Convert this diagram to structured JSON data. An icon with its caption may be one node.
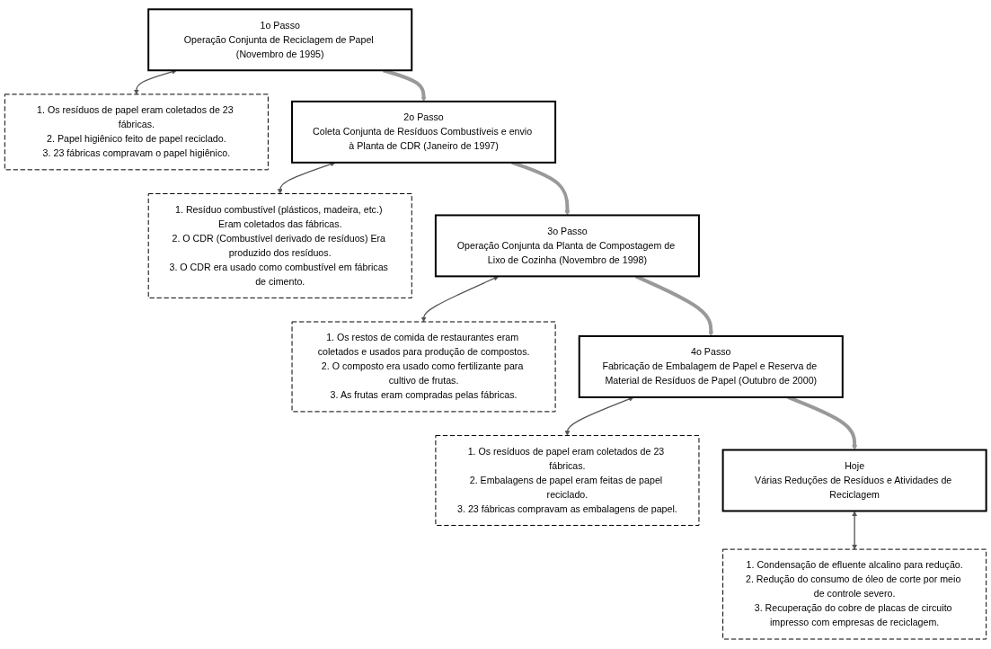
{
  "diagram": {
    "nodes": [
      {
        "text": [
          "1o Passo",
          "Operação Conjunta de Reciclagem de Papel (Novembro de 1995)"
        ]
      },
      {
        "text": [
          "1. Os resíduos de papel eram coletados de 23 fábricas.",
          "2. Papel higiênico feito de papel reciclado.",
          "3. 23 fábricas compravam o papel higiênico."
        ]
      },
      {
        "text": [
          "2o Passo",
          "Coleta Conjunta de Resíduos Combustíveis e envio à Planta de CDR (Janeiro de 1997)"
        ]
      },
      {
        "text": [
          "1. Resíduo combustível (plásticos, madeira, etc.) Eram coletados das fábricas.",
          "2. O CDR (Combustível derivado de resíduos) Era produzido dos resíduos.",
          "3. O CDR era usado como combustível em fábricas de cimento."
        ]
      },
      {
        "text": [
          "3o Passo",
          "Operação Conjunta da Planta de Compostagem de Lixo de Cozinha (Novembro de 1998)"
        ]
      },
      {
        "text": [
          "1. Os restos de comida de restaurantes eram coletados e usados para produção de compostos.",
          "2. O composto era usado como fertilizante para cultivo de frutas.",
          "3. As frutas eram compradas pelas fábricas."
        ]
      },
      {
        "text": [
          "4o Passo",
          "Fabricação de Embalagem de Papel e Reserva de Material de Resíduos de Papel (Outubro de 2000)"
        ]
      },
      {
        "text": [
          "1. Os resíduos de papel eram coletados de 23 fábricas.",
          "2. Embalagens de papel eram feitas de papel reciclado.",
          "3. 23 fábricas compravam as embalagens de papel."
        ]
      },
      {
        "text": [
          "Hoje",
          "Várias Reduções de Resíduos e Atividades de Reciclagem"
        ]
      },
      {
        "text": [
          "1. Condensação de efluente alcalino para redução.",
          "2. Redução do consumo de óleo de corte por meio de controle severo.",
          "3. Recuperação do cobre de placas de circuito impresso com empresas de reciclagem."
        ]
      }
    ],
    "edges": [
      {
        "from": 0,
        "to": 1,
        "arrow": "both"
      },
      {
        "from": 0,
        "to": 2,
        "arrow": "to",
        "style": "thick"
      },
      {
        "from": 2,
        "to": 3,
        "arrow": "both"
      },
      {
        "from": 2,
        "to": 4,
        "arrow": "to",
        "style": "thick"
      },
      {
        "from": 4,
        "to": 5,
        "arrow": "both"
      },
      {
        "from": 4,
        "to": 6,
        "arrow": "to",
        "style": "thick"
      },
      {
        "from": 6,
        "to": 7,
        "arrow": "both"
      },
      {
        "from": 6,
        "to": 8,
        "arrow": "to",
        "style": "thick"
      },
      {
        "from": 8,
        "to": 9,
        "arrow": "both"
      }
    ]
  }
}
